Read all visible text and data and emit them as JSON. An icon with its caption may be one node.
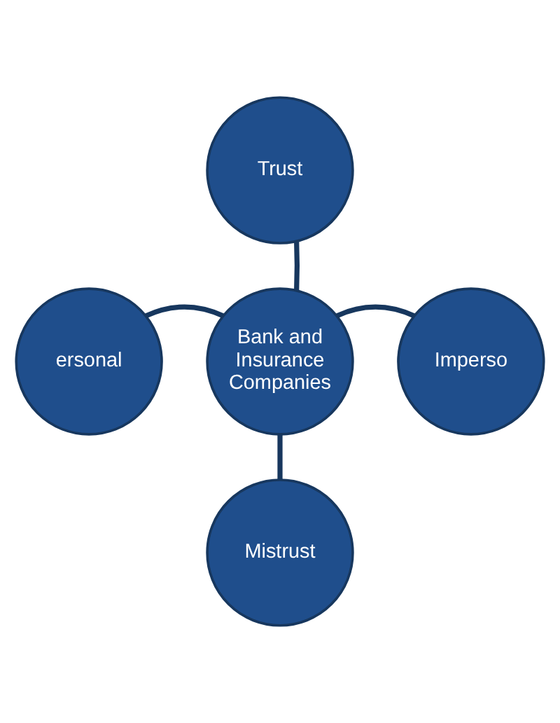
{
  "diagram": {
    "nodes": [
      {
        "text": [
          "Trust"
        ]
      },
      {
        "text": [
          "ersonal"
        ]
      },
      {
        "text": [
          "Bank and Insurance Companies"
        ]
      },
      {
        "text": [
          "Imperso"
        ]
      },
      {
        "text": [
          "Mistrust"
        ]
      }
    ],
    "edges": [
      {
        "from": 2,
        "to": 0,
        "arrow": "none"
      },
      {
        "from": 2,
        "to": 1,
        "arrow": "none"
      },
      {
        "from": 2,
        "to": 3,
        "arrow": "none"
      },
      {
        "from": 2,
        "to": 4,
        "arrow": "none"
      }
    ]
  }
}
